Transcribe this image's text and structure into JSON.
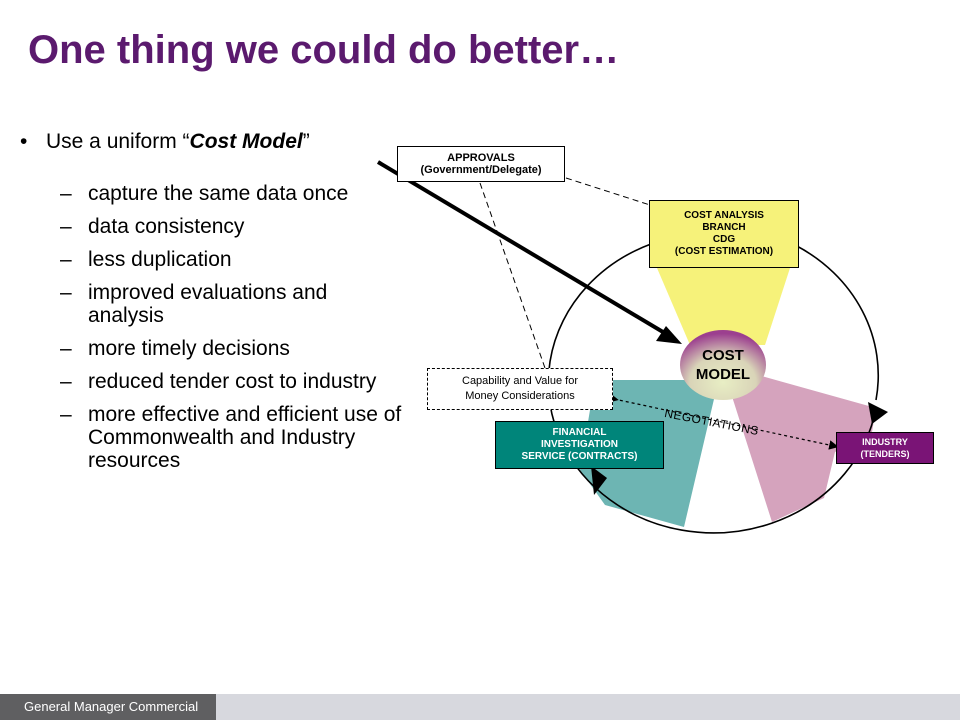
{
  "slide": {
    "title": "One thing we could do better…",
    "bullet": {
      "marker": "•",
      "prefix": "Use a uniform “",
      "emphasis": "Cost Model",
      "suffix": "”"
    },
    "sub_marker": "–",
    "sub_bullets": [
      "capture the same data once",
      "data consistency",
      "less duplication",
      "improved evaluations and analysis",
      "more timely decisions",
      "reduced tender cost to industry",
      "more effective and efficient use of Commonwealth and Industry resources"
    ]
  },
  "diagram": {
    "approvals": [
      "APPROVALS",
      "(Government/Delegate)"
    ],
    "cost_analysis": [
      "COST ANALYSIS",
      "BRANCH",
      "CDG",
      "(COST ESTIMATION)"
    ],
    "capability": [
      "Capability and Value for",
      "Money Considerations"
    ],
    "financial": [
      "FINANCIAL",
      "INVESTIGATION",
      "SERVICE (CONTRACTS)"
    ],
    "industry": [
      "INDUSTRY",
      "(TENDERS)"
    ],
    "cost_model": [
      "COST",
      "MODEL"
    ],
    "negotiations": "NEGOTIATIONS",
    "colors": {
      "yellow": "#f6f27a",
      "teal": "#6db5b3",
      "pink": "#d5a3bd",
      "hub": "#9c3f8f",
      "hub_light": "#e8eec4",
      "fis_box": "#00857a",
      "industry_box": "#7a1476"
    }
  },
  "footer": {
    "label": "General Manager Commercial"
  }
}
